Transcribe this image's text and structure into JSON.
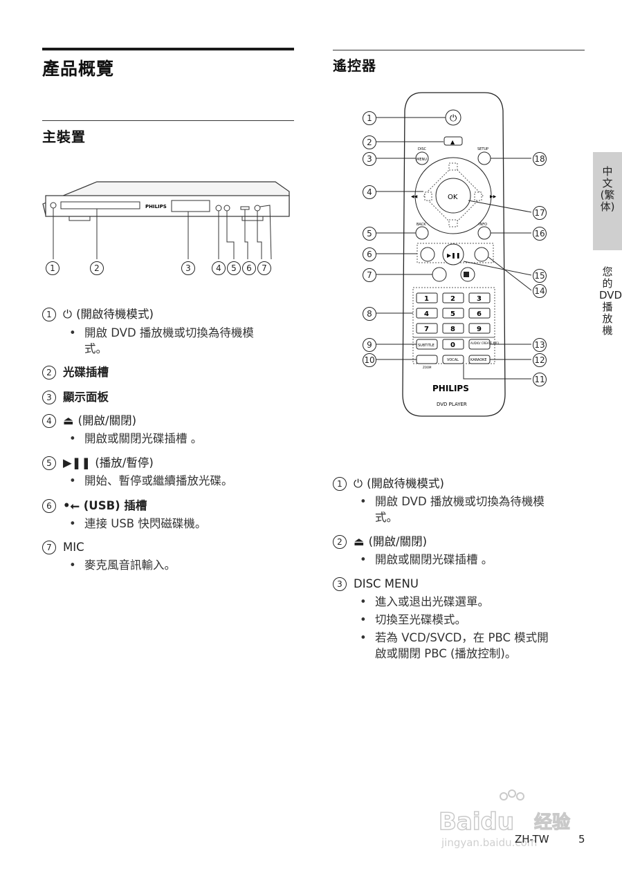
{
  "left": {
    "title": "產品概覽",
    "section_title": "主裝置",
    "device_brand": "PHILIPS",
    "callouts": [
      "1",
      "2",
      "3",
      "4",
      "5",
      "6",
      "7"
    ],
    "items": [
      {
        "num": "1",
        "icon": "⏻",
        "label": "(開啟待機模式)",
        "bullets": [
          "開啟 DVD 播放機或切換為待機模",
          "式。"
        ]
      },
      {
        "num": "2",
        "label": "光碟插槽"
      },
      {
        "num": "3",
        "label": "顯示面板"
      },
      {
        "num": "4",
        "icon": "⏏",
        "label": "(開啟/關閉)",
        "bullets": [
          "開啟或關閉光碟插槽 。"
        ]
      },
      {
        "num": "5",
        "icon": "▶❚❚",
        "label": "(播放/暫停)",
        "bullets": [
          "開始、暫停或繼續播放光碟。"
        ]
      },
      {
        "num": "6",
        "icon": "•⭠",
        "label": "(USB) 插槽",
        "bullets": [
          "連接 USB 快閃磁碟機。"
        ]
      },
      {
        "num": "7",
        "label": "MIC",
        "bullets": [
          "麥克風音訊輸入。"
        ]
      }
    ]
  },
  "right": {
    "section_title": "遙控器",
    "remote": {
      "disc_label": "DISC",
      "menu_label": "MENU",
      "setup_label": "SETUP",
      "ok_label": "OK",
      "back_label": "BACK",
      "info_label": "INFO",
      "subtitle_label": "SUBTITLE",
      "audio_label": "AUDIO/\nCREATE MP3",
      "zoom_label": "ZOOM",
      "vocal_label": "VOCAL",
      "karaoke_label": "KARAOKE",
      "keys": [
        "1",
        "2",
        "3",
        "4",
        "5",
        "6",
        "7",
        "8",
        "9",
        "0"
      ],
      "brand": "PHILIPS",
      "model": "DVD PLAYER",
      "callouts": [
        "1",
        "2",
        "3",
        "4",
        "5",
        "6",
        "7",
        "8",
        "9",
        "10",
        "11",
        "12",
        "13",
        "14",
        "15",
        "16",
        "17",
        "18"
      ]
    },
    "items": [
      {
        "num": "1",
        "icon": "⏻",
        "label": "(開啟待機模式)",
        "bullets": [
          "開啟 DVD 播放機或切換為待機模",
          "式。"
        ]
      },
      {
        "num": "2",
        "icon": "⏏",
        "label": "(開啟/關閉)",
        "bullets": [
          "開啟或關閉光碟插槽 。"
        ]
      },
      {
        "num": "3",
        "label": "DISC MENU",
        "bullets": [
          "進入或退出光碟選單。",
          "切換至光碟模式。",
          "若為 VCD/SVCD，在 PBC 模式開",
          "啟或關閉 PBC (播放控制)。"
        ]
      }
    ]
  },
  "side_tab": {
    "active": "中文(繁体)",
    "secondary": "您的 DVD 播放機"
  },
  "footer": {
    "lang": "ZH-TW",
    "page": "5"
  },
  "watermark": {
    "brand": "Baidu",
    "sub": "经验",
    "url": "jingyan.baidu.com"
  }
}
